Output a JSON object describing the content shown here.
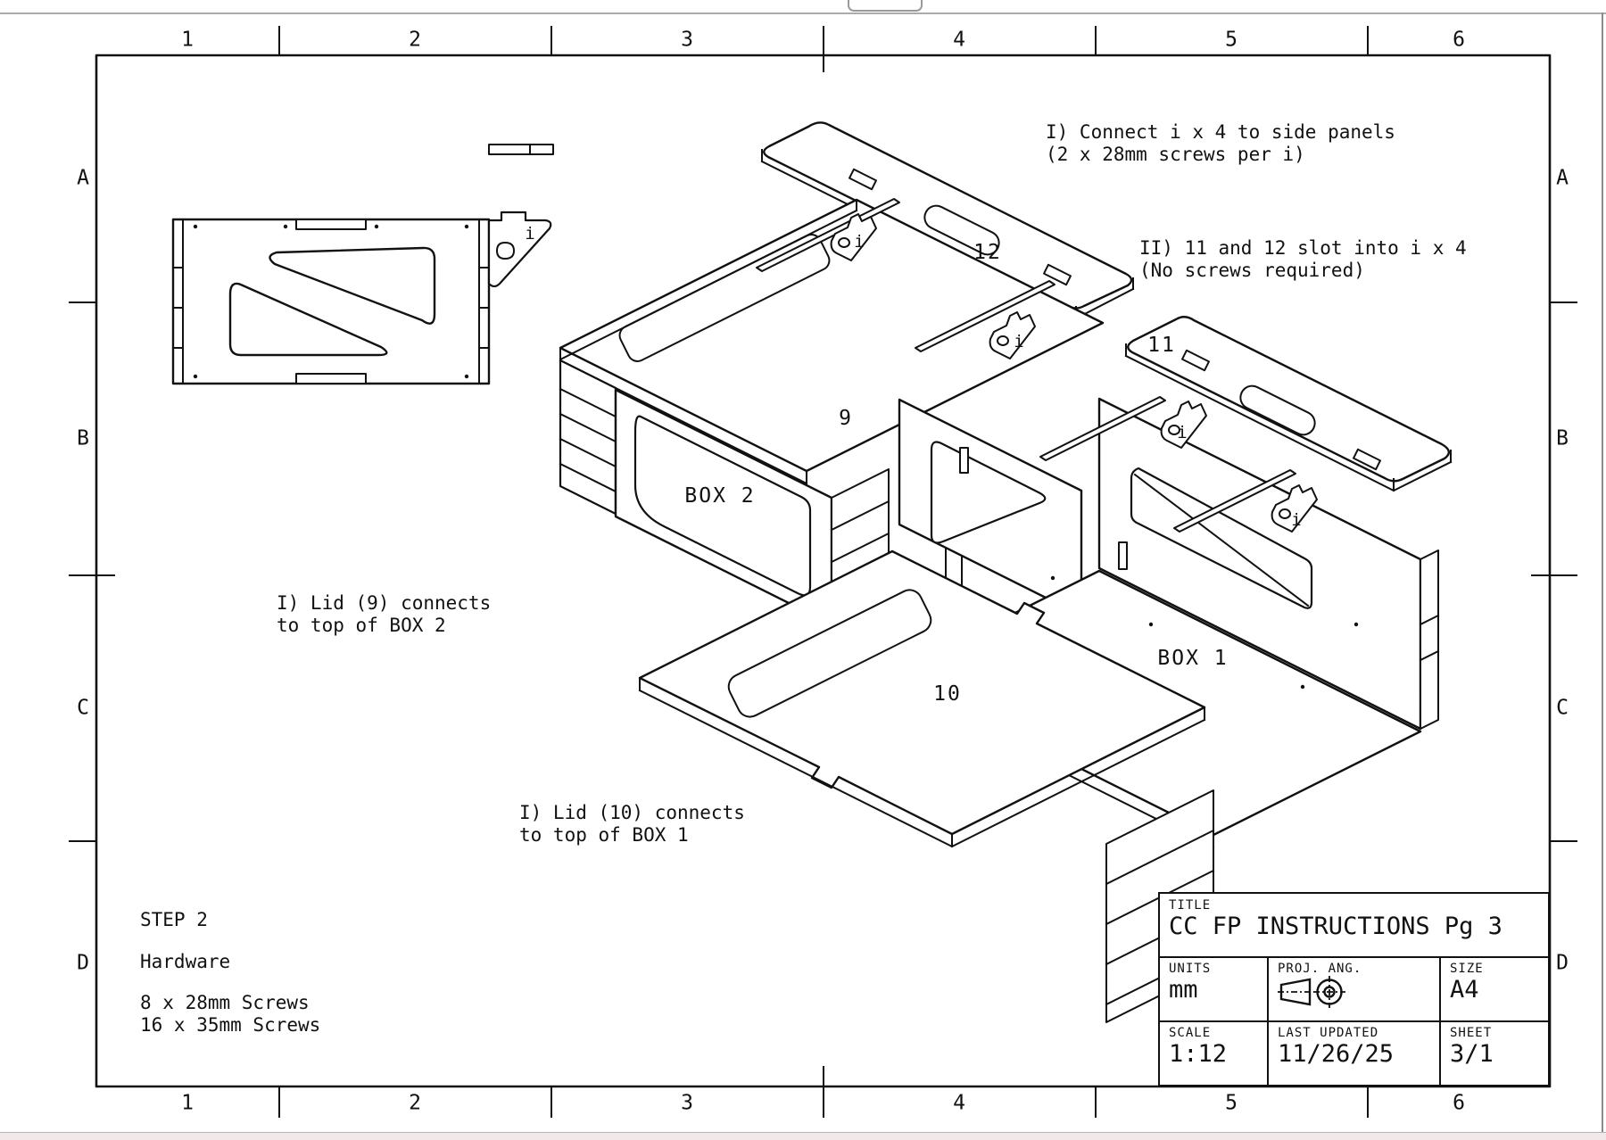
{
  "page": {
    "background": "#ffffff",
    "ink": "#111111",
    "chrome_line_color": "#ababab",
    "bottom_strip_color": "#f1e9e9",
    "right_edge_color": "#8a8a8a"
  },
  "sheet": {
    "cols": [
      "1",
      "2",
      "3",
      "4",
      "5",
      "6"
    ],
    "rows": [
      "A",
      "B",
      "C",
      "D"
    ]
  },
  "drawing": {
    "labels": {
      "part9": "9",
      "part10": "10",
      "part11": "11",
      "part12": "12",
      "box1": "BOX 1",
      "box2": "BOX 2",
      "bracket": "i"
    },
    "notes": {
      "connect_line1": "I) Connect i x 4 to side panels",
      "connect_line2": "(2 x 28mm screws per i)",
      "slot_line1": "II) 11 and 12 slot into i x 4",
      "slot_line2": "(No screws required)",
      "lid9_line1": "I) Lid (9) connects",
      "lid9_line2": "to top of BOX 2",
      "lid10_line1": "I) Lid (10) connects",
      "lid10_line2": "to top of BOX 1"
    },
    "step": {
      "title": "STEP 2",
      "heading": "Hardware",
      "items": [
        "8 x 28mm Screws",
        "16 x 35mm Screws"
      ]
    }
  },
  "title_block": {
    "title_label": "TITLE",
    "title_value": "CC FP INSTRUCTIONS Pg 3",
    "units_label": "UNITS",
    "units_value": "mm",
    "proj_label": "PROJ. ANG.",
    "size_label": "SIZE",
    "size_value": "A4",
    "scale_label": "SCALE",
    "scale_value": "1:12",
    "updated_label": "LAST UPDATED",
    "updated_value": "11/26/25",
    "sheet_label": "SHEET",
    "sheet_value": "3/1"
  }
}
